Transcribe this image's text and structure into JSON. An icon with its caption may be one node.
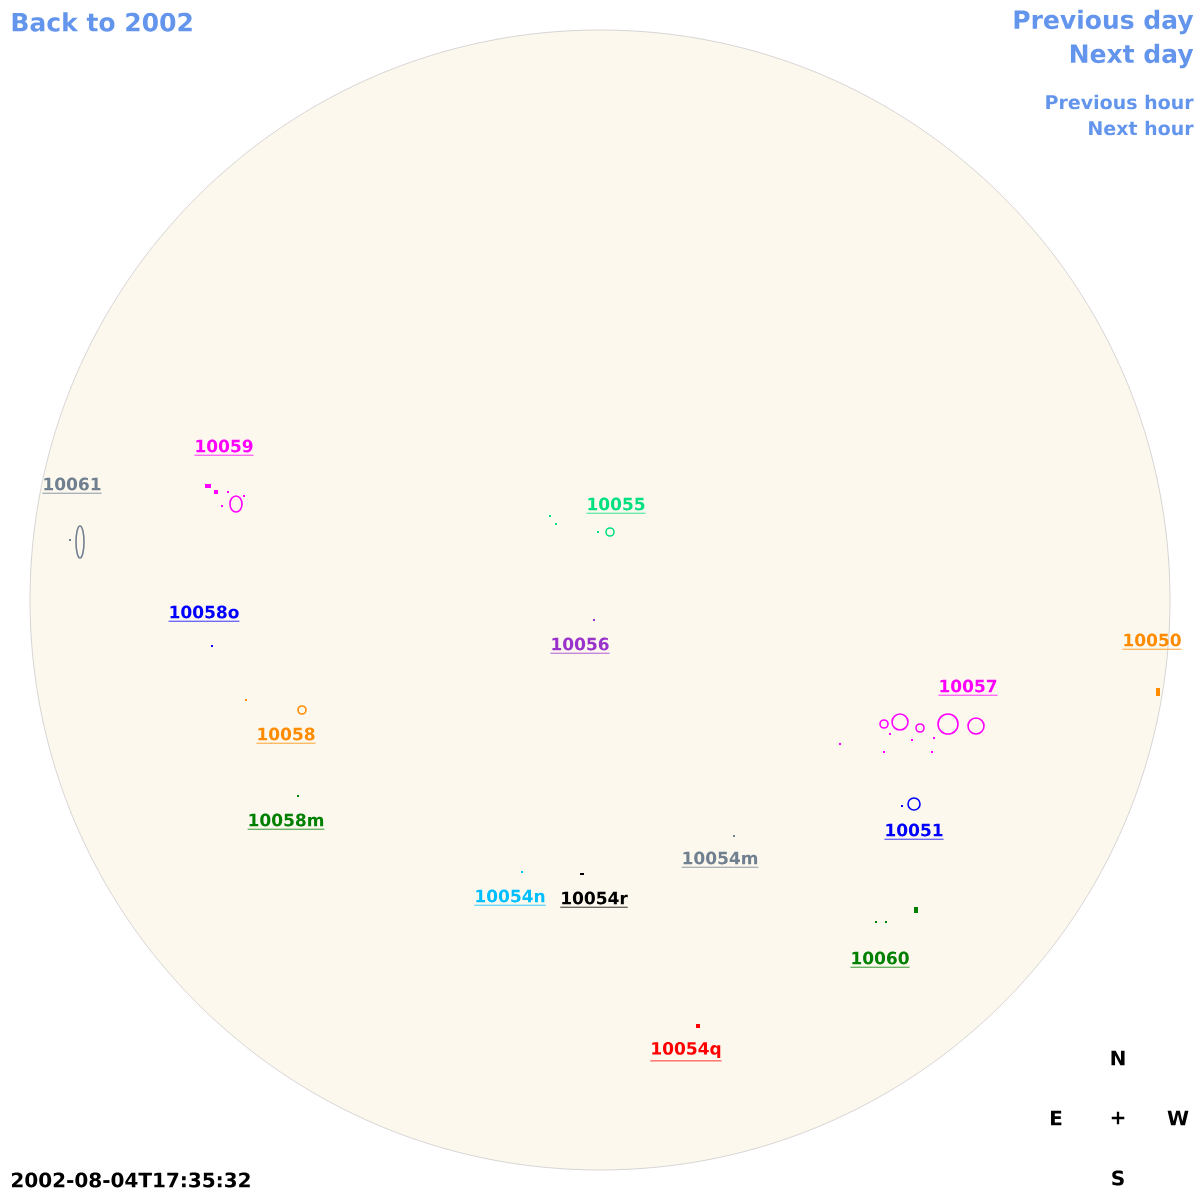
{
  "diagram": {
    "labels": [
      "Back to 2002",
      "Previous day",
      "Next day",
      "Previous hour",
      "Next hour",
      "10059",
      "10061",
      "10055",
      "10058o",
      "10056",
      "10050",
      "10057",
      "10058",
      "10058m",
      "10051",
      "10054m",
      "10054n",
      "10054r",
      "10060",
      "10054q",
      "N",
      "E",
      "+",
      "W",
      "2002-08-04T17:35:32",
      "S"
    ]
  }
}
